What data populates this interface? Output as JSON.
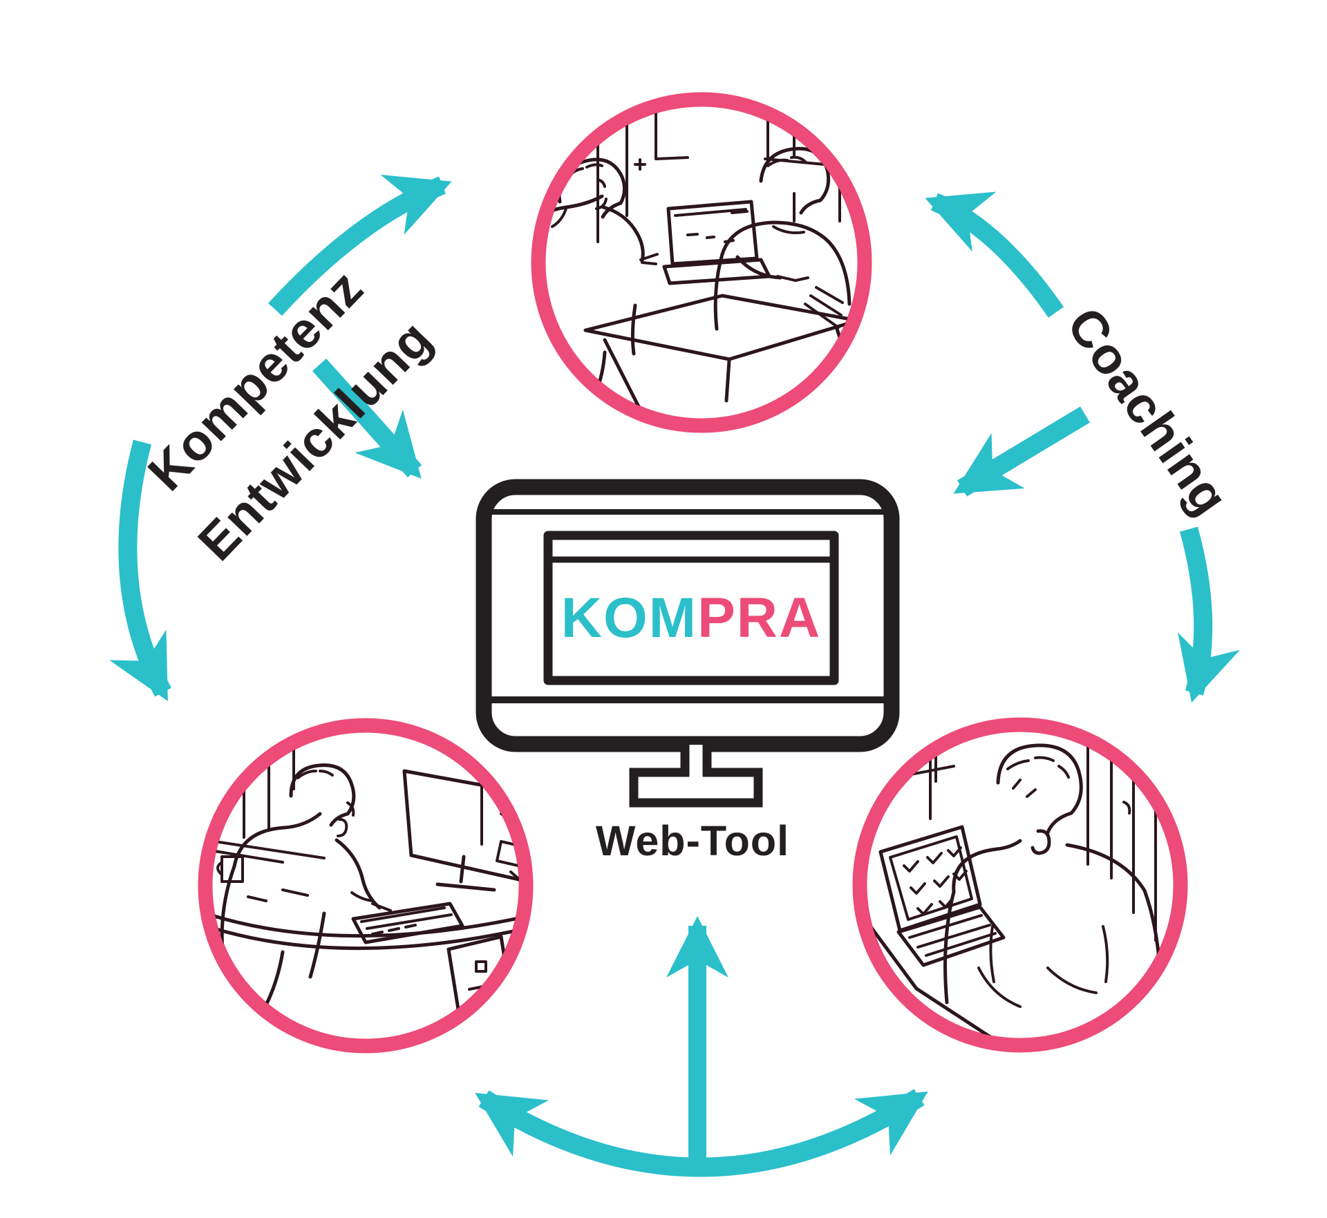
{
  "diagram": {
    "logo": {
      "kom": "KOM",
      "pra": "PRA"
    },
    "caption": "Web-Tool",
    "labels": {
      "competence_line1": "Kompetenz",
      "competence_line2": "Entwicklung",
      "coaching": "Coaching"
    },
    "colors": {
      "teal": "#2bbfca",
      "pink": "#ed4b78",
      "ink": "#231f20",
      "sketch": "#2b161e"
    },
    "illustrations": {
      "top": "two-people-working-at-laptop-illustration",
      "bottom_left": "person-working-at-desktop-illustration",
      "bottom_right": "person-reviewing-laptop-checklist-illustration"
    }
  }
}
